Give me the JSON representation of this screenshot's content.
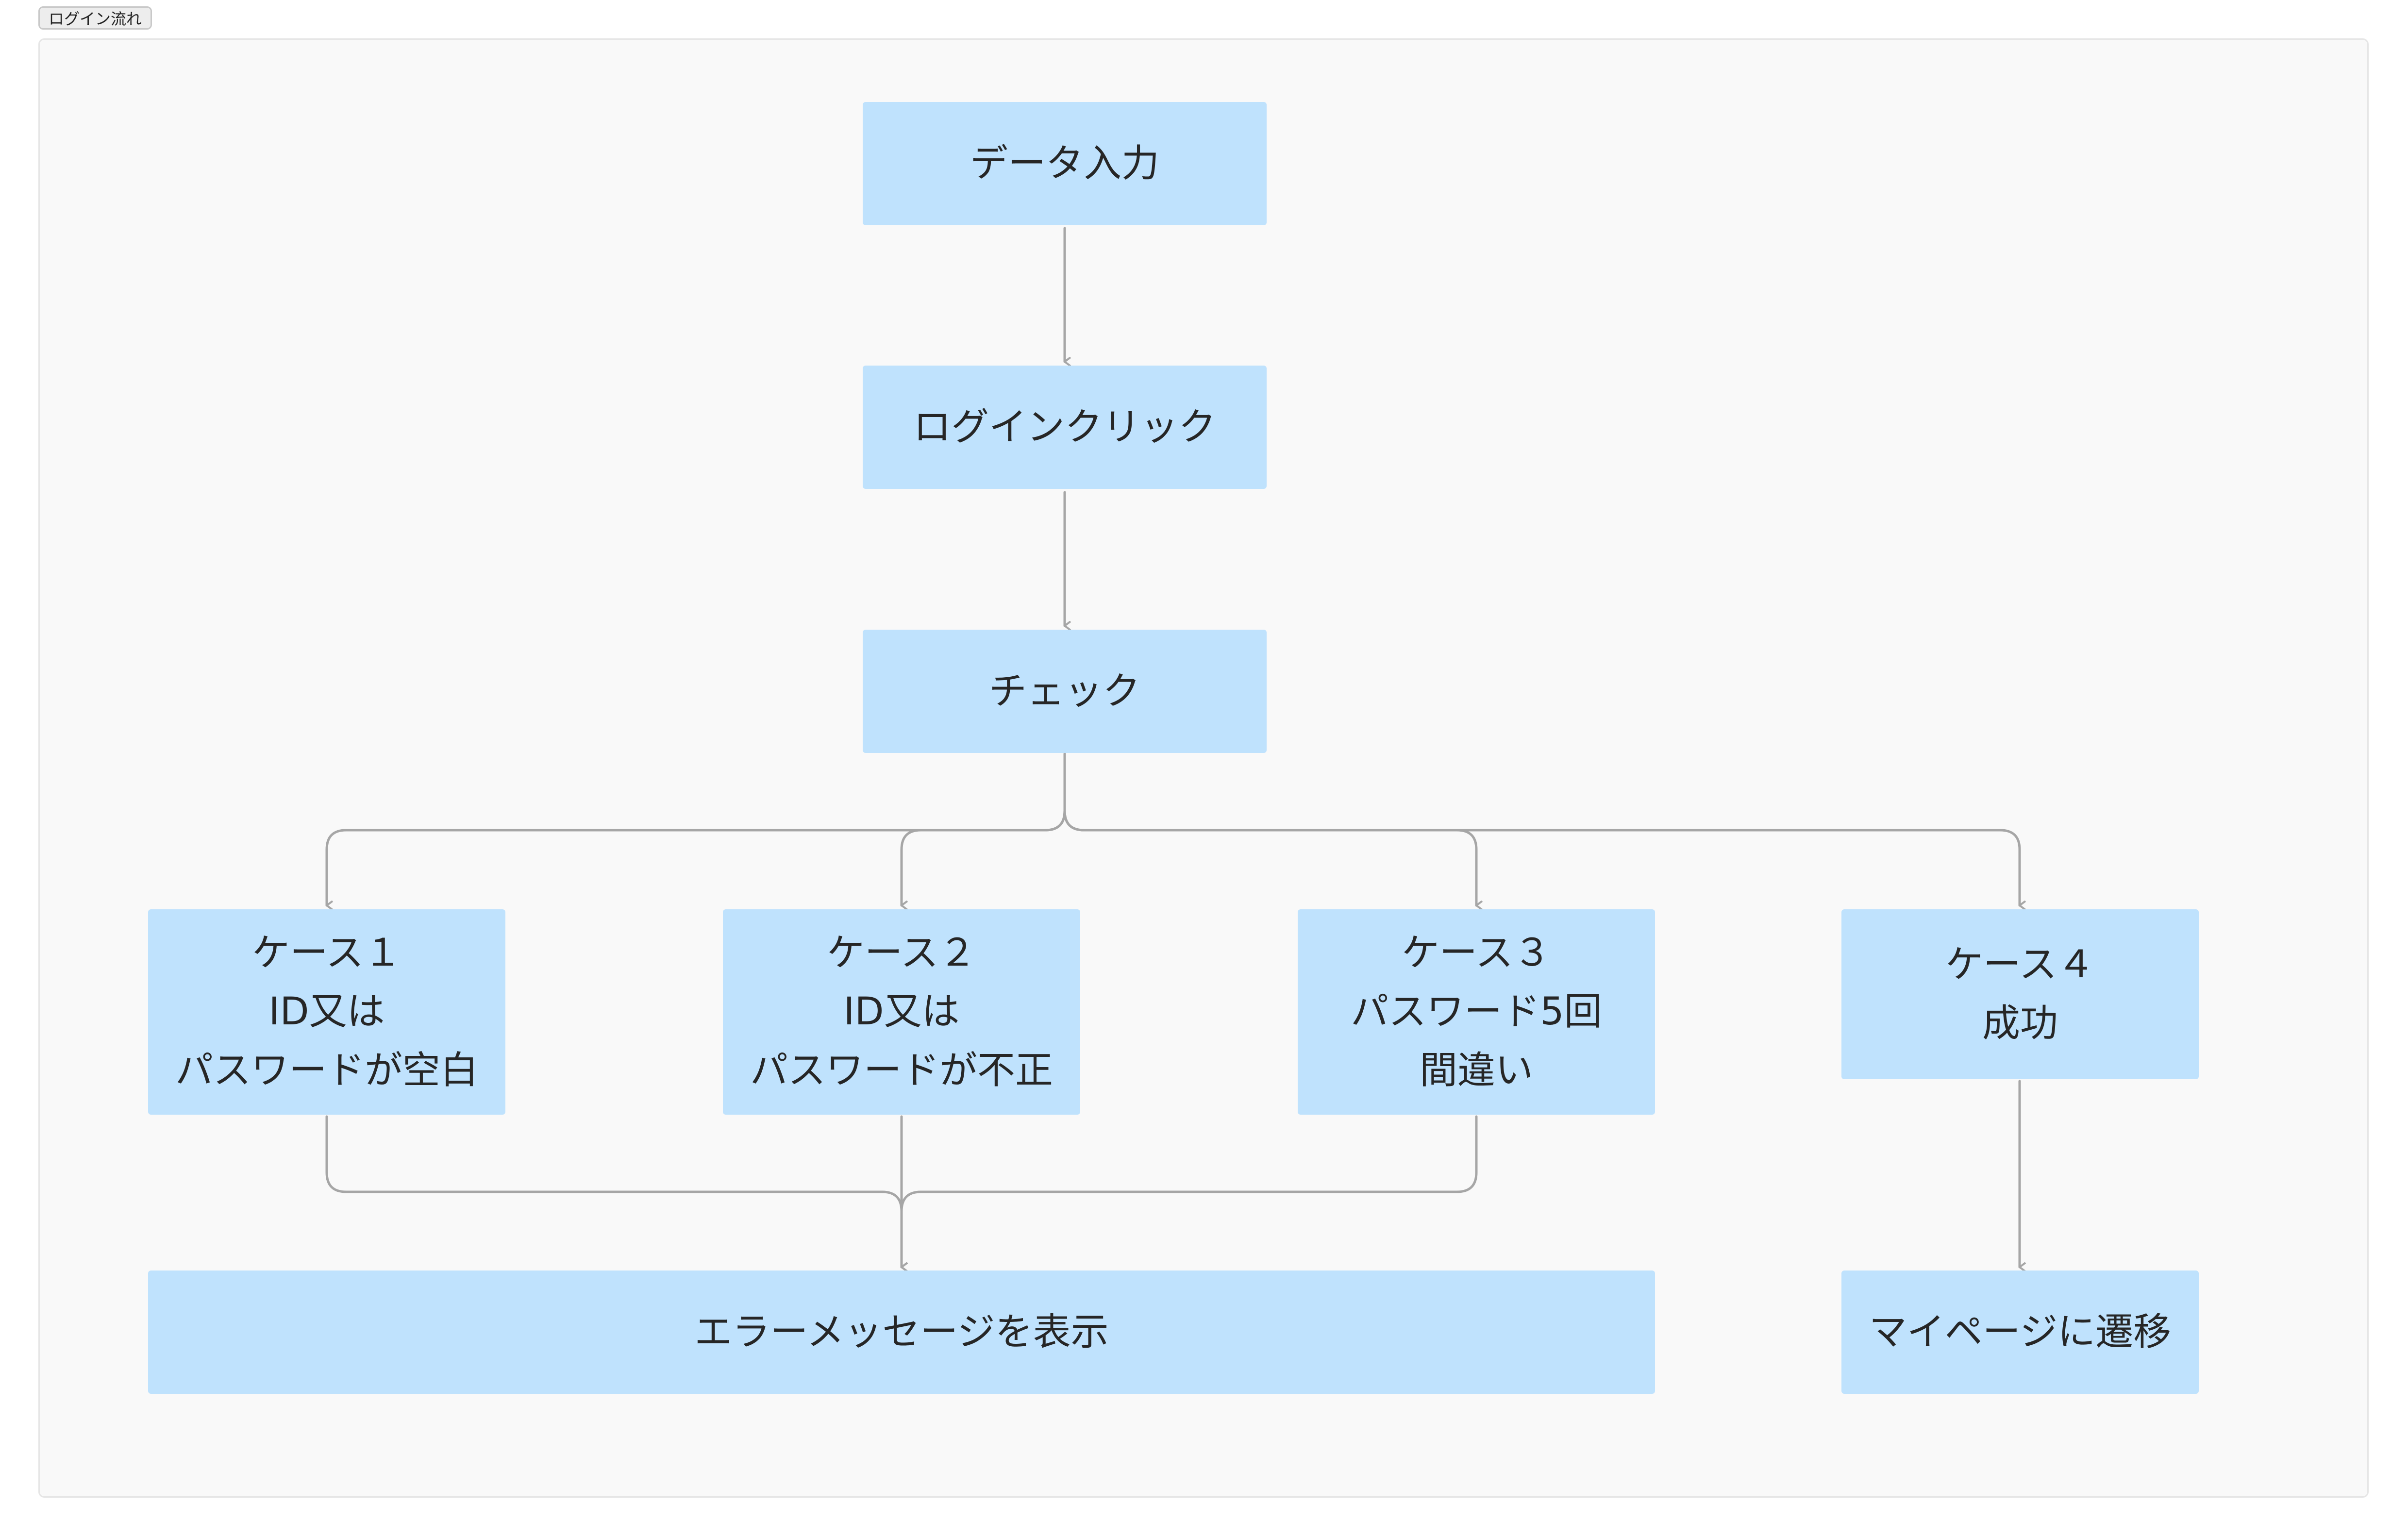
{
  "tab": {
    "label": "ログイン流れ"
  },
  "nodes": {
    "data_input": "データ入力",
    "login_click": "ログインクリック",
    "check": "チェック",
    "case1": [
      "ケース１",
      "ID又は",
      "パスワードが空白"
    ],
    "case2": [
      "ケース２",
      "ID又は",
      "パスワードが不正"
    ],
    "case3": [
      "ケース３",
      "パスワード5回",
      "間違い"
    ],
    "case4": [
      "ケース４",
      "成功"
    ],
    "error_message": "エラーメッセージを表示",
    "mypage": "マイページに遷移"
  },
  "colors": {
    "node_fill": "#bfe2fd",
    "edge": "#a6a6a6",
    "canvas": "#f9f9f9"
  }
}
